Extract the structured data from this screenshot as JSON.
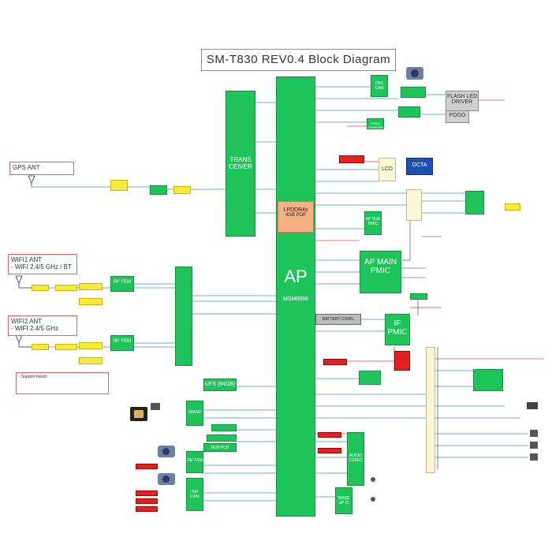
{
  "title": "SM-T830 REV0.4 Block Diagram",
  "blocks": {
    "ap": {
      "name": "AP",
      "sub": "MSM8998"
    },
    "lpddr": {
      "name": "LPDDR4x",
      "sub": "4GB POP"
    },
    "transceiver": {
      "name": "TRANS CEIVER"
    },
    "ap_main_pmic": {
      "name": "AP MAIN PMIC"
    },
    "ap_sub_pmic": {
      "name": "AP SUB PMIC"
    },
    "if_pmic": {
      "name": "IF PMIC"
    },
    "ufs": {
      "name": "UFS (64GB)"
    },
    "lcd": {
      "name": "LCD"
    },
    "octa": {
      "name": "OCTA"
    },
    "iris_cam": {
      "name": "IRIS CAM"
    },
    "flash_led": {
      "name": "FLASH LED DRIVER"
    },
    "pogo": {
      "name": "POGO"
    },
    "pogo_charger": {
      "name": "POGO CHARGER"
    },
    "rf_fem_1": {
      "name": "RF FEM"
    },
    "rf_fem_2": {
      "name": "RF FEM"
    },
    "wake_up_ic": {
      "name": "WAKE UP IC"
    },
    "audio_codec": {
      "name": "AUDIO CODEC"
    },
    "fm_cam": {
      "name": "FM CAM"
    },
    "rm_cam": {
      "name": "RM CAM"
    },
    "battery": {
      "name": "BATTERY CONN."
    },
    "rgb_pcb": {
      "name": "RGB PCB"
    },
    "sim_sd": {
      "name": "SIM/SD"
    }
  },
  "antennas": {
    "gps": {
      "label": "GPS ANT"
    },
    "wifi1": {
      "label": "WIFI1 ANT",
      "sub": "- WIFI 2.4/5 GHz / BT"
    },
    "wifi2": {
      "label": "WIFI2 ANT",
      "sub": "- WIFI 2.4/5 GHz"
    }
  },
  "bands": {
    "title": "- Support bands"
  },
  "colors": {
    "ap_green": "#1ec45a",
    "lpddr": "#f5b183",
    "accent_red": "#e22222",
    "yellow": "#f7ea3c"
  }
}
